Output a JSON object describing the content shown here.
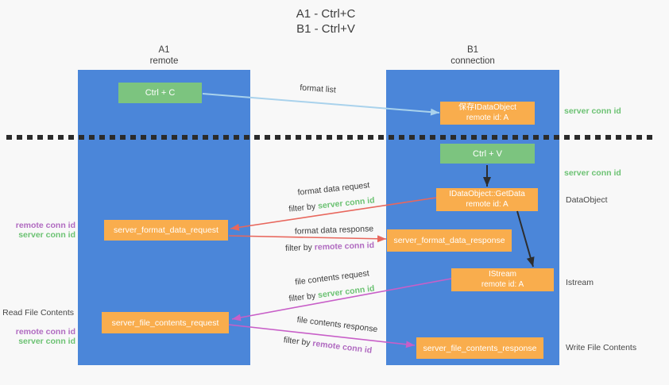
{
  "title": {
    "line1": "A1 - Ctrl+C",
    "line2": "B1 - Ctrl+V"
  },
  "lanes": {
    "left": {
      "name": "A1",
      "subtitle": "remote"
    },
    "right": {
      "name": "B1",
      "subtitle": "connection"
    }
  },
  "nodes": {
    "ctrl_c": {
      "label": "Ctrl + C"
    },
    "ctrl_v": {
      "label": "Ctrl + V"
    },
    "save_idataobject": {
      "line1": "保存IDataObject",
      "line2": "remote id: A"
    },
    "idataobject_getdata": {
      "line1": "IDataObject::GetData",
      "line2": "remote id: A"
    },
    "istream": {
      "line1": "IStream",
      "line2": "remote id: A"
    },
    "server_format_data_request": {
      "label": "server_format_data_request"
    },
    "server_format_data_response": {
      "label": "server_format_data_response"
    },
    "server_file_contents_request": {
      "label": "server_file_contents_request"
    },
    "server_file_contents_response": {
      "label": "server_file_contents_response"
    }
  },
  "right_labels": {
    "server_conn_id_top": "server conn id",
    "server_conn_id_mid": "server conn id",
    "dataobject": "DataObject",
    "istream": "Istream",
    "write_file_contents": "Write File Contents"
  },
  "left_labels": {
    "remote_conn_id_top": "remote conn id",
    "server_conn_id_top": "server conn id",
    "read_file_contents": "Read File Contents",
    "remote_conn_id_bottom": "remote conn id",
    "server_conn_id_bottom": "server conn id"
  },
  "flow_labels": {
    "format_list": "format list",
    "format_data_request": "format data request",
    "filter_1": {
      "prefix": "filter by",
      "value": "server conn id"
    },
    "format_data_response": "format data response",
    "filter_2": {
      "prefix": "filter by",
      "value": "remote conn id"
    },
    "file_contents_request": "file contents request",
    "filter_3": {
      "prefix": "filter by",
      "value": "server conn id"
    },
    "file_contents_response": "file contents response",
    "filter_4": {
      "prefix": "filter by",
      "value": "remote conn id"
    }
  },
  "colors": {
    "lane_blue": "#4b86d9",
    "node_green": "#7cc47f",
    "node_orange": "#f9ad4d",
    "conn_green": "#6cc273",
    "conn_purple": "#b06ac0",
    "arrow_blue": "#a9d2ec",
    "arrow_red": "#e8675d",
    "arrow_magenta": "#c85fc8",
    "arrow_black": "#2d2d2d",
    "background": "#f8f8f8"
  }
}
